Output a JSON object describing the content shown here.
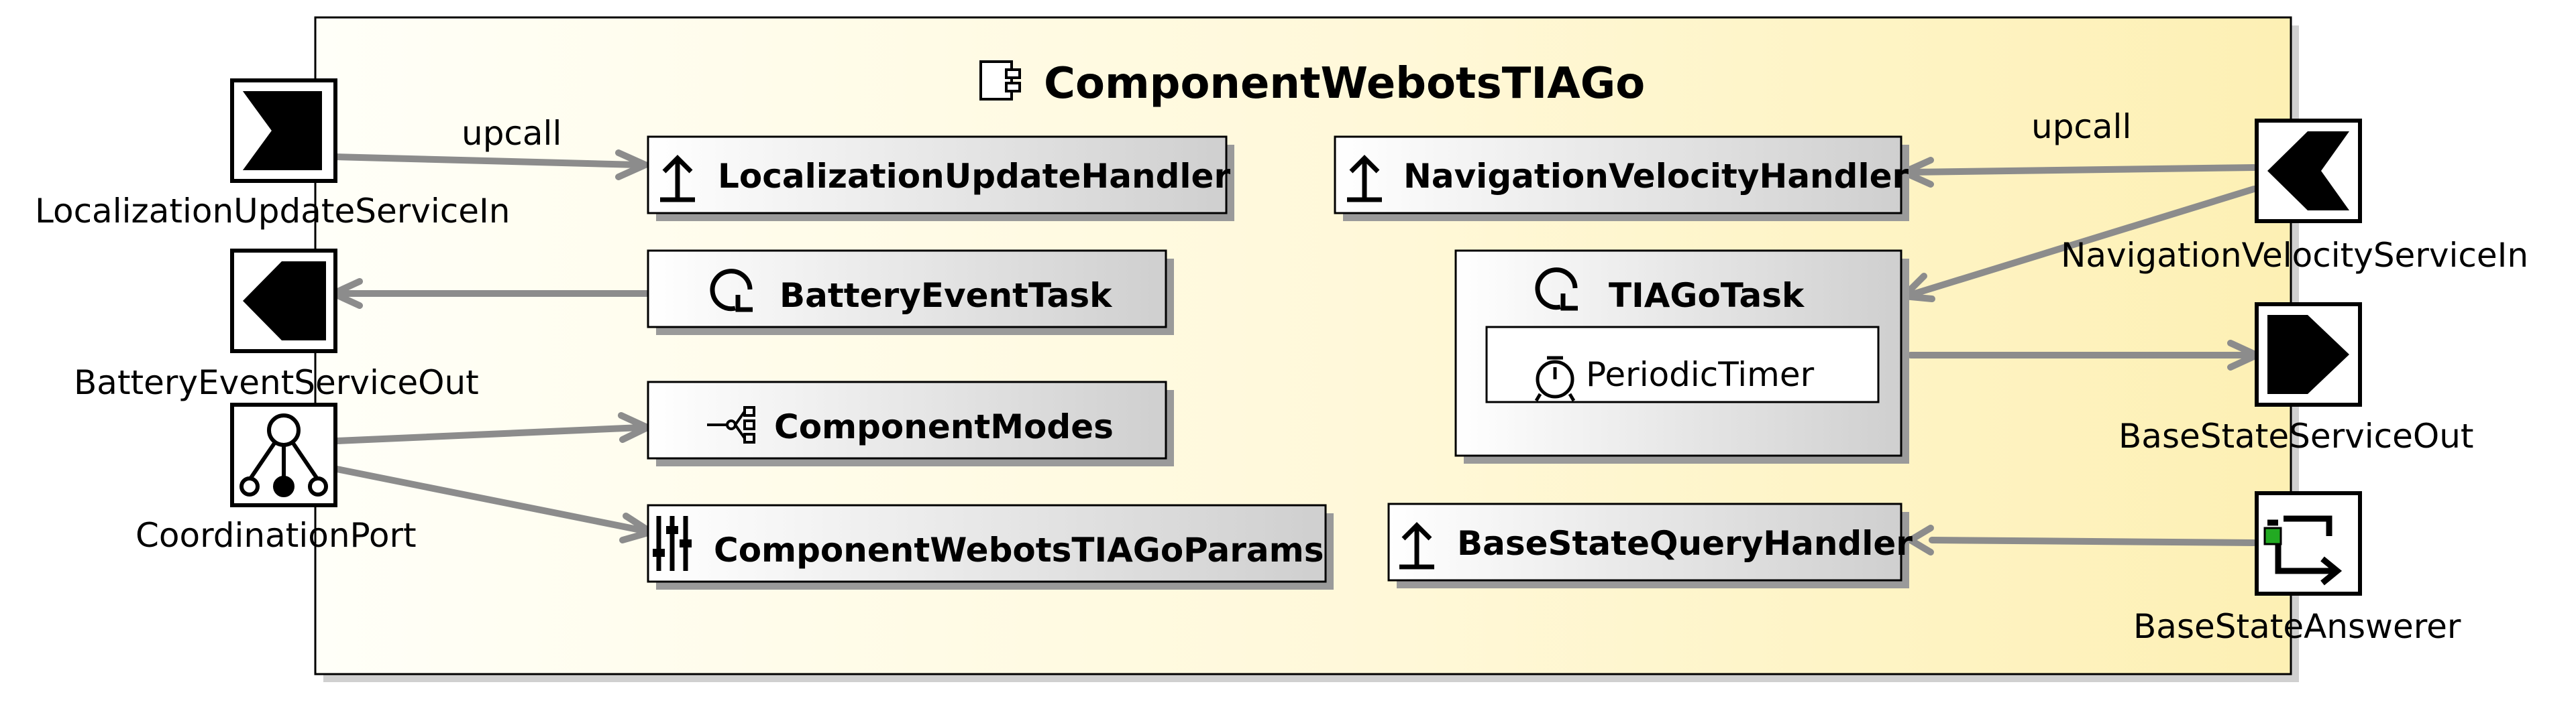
{
  "component": {
    "name": "ComponentWebotsTIAGo",
    "icon": "component-icon"
  },
  "ports": {
    "localization_in": {
      "label": "LocalizationUpdateServiceIn",
      "icon": "input-port-icon"
    },
    "battery_out": {
      "label": "BatteryEventServiceOut",
      "icon": "output-port-icon"
    },
    "coordination": {
      "label": "CoordinationPort",
      "icon": "coordination-port-icon"
    },
    "navigation_in": {
      "label": "NavigationVelocityServiceIn",
      "icon": "input-port-icon"
    },
    "basestate_out": {
      "label": "BaseStateServiceOut",
      "icon": "output-port-icon"
    },
    "basestate_answerer": {
      "label": "BaseStateAnswerer",
      "icon": "answerer-port-icon"
    }
  },
  "elements": {
    "localization_handler": {
      "label": "LocalizationUpdateHandler",
      "icon": "handler-icon"
    },
    "battery_task": {
      "label": "BatteryEventTask",
      "icon": "task-icon"
    },
    "component_modes": {
      "label": "ComponentModes",
      "icon": "modes-icon"
    },
    "params": {
      "label": "ComponentWebotsTIAGoParams",
      "icon": "params-icon"
    },
    "navigation_handler": {
      "label": "NavigationVelocityHandler",
      "icon": "handler-icon"
    },
    "tiago_task": {
      "label": "TIAGoTask",
      "icon": "task-icon"
    },
    "periodic_timer": {
      "label": "PeriodicTimer",
      "icon": "timer-icon"
    },
    "basestate_handler": {
      "label": "BaseStateQueryHandler",
      "icon": "handler-icon"
    }
  },
  "connections": {
    "upcall_left": "upcall",
    "upcall_right": "upcall"
  },
  "colors": {
    "connector": "#8c8c8c",
    "port_fill": "#000000",
    "component_fill_light": "#fffdf0",
    "component_fill_dark": "#fdf0b0",
    "answerer_green": "#22aa22"
  }
}
